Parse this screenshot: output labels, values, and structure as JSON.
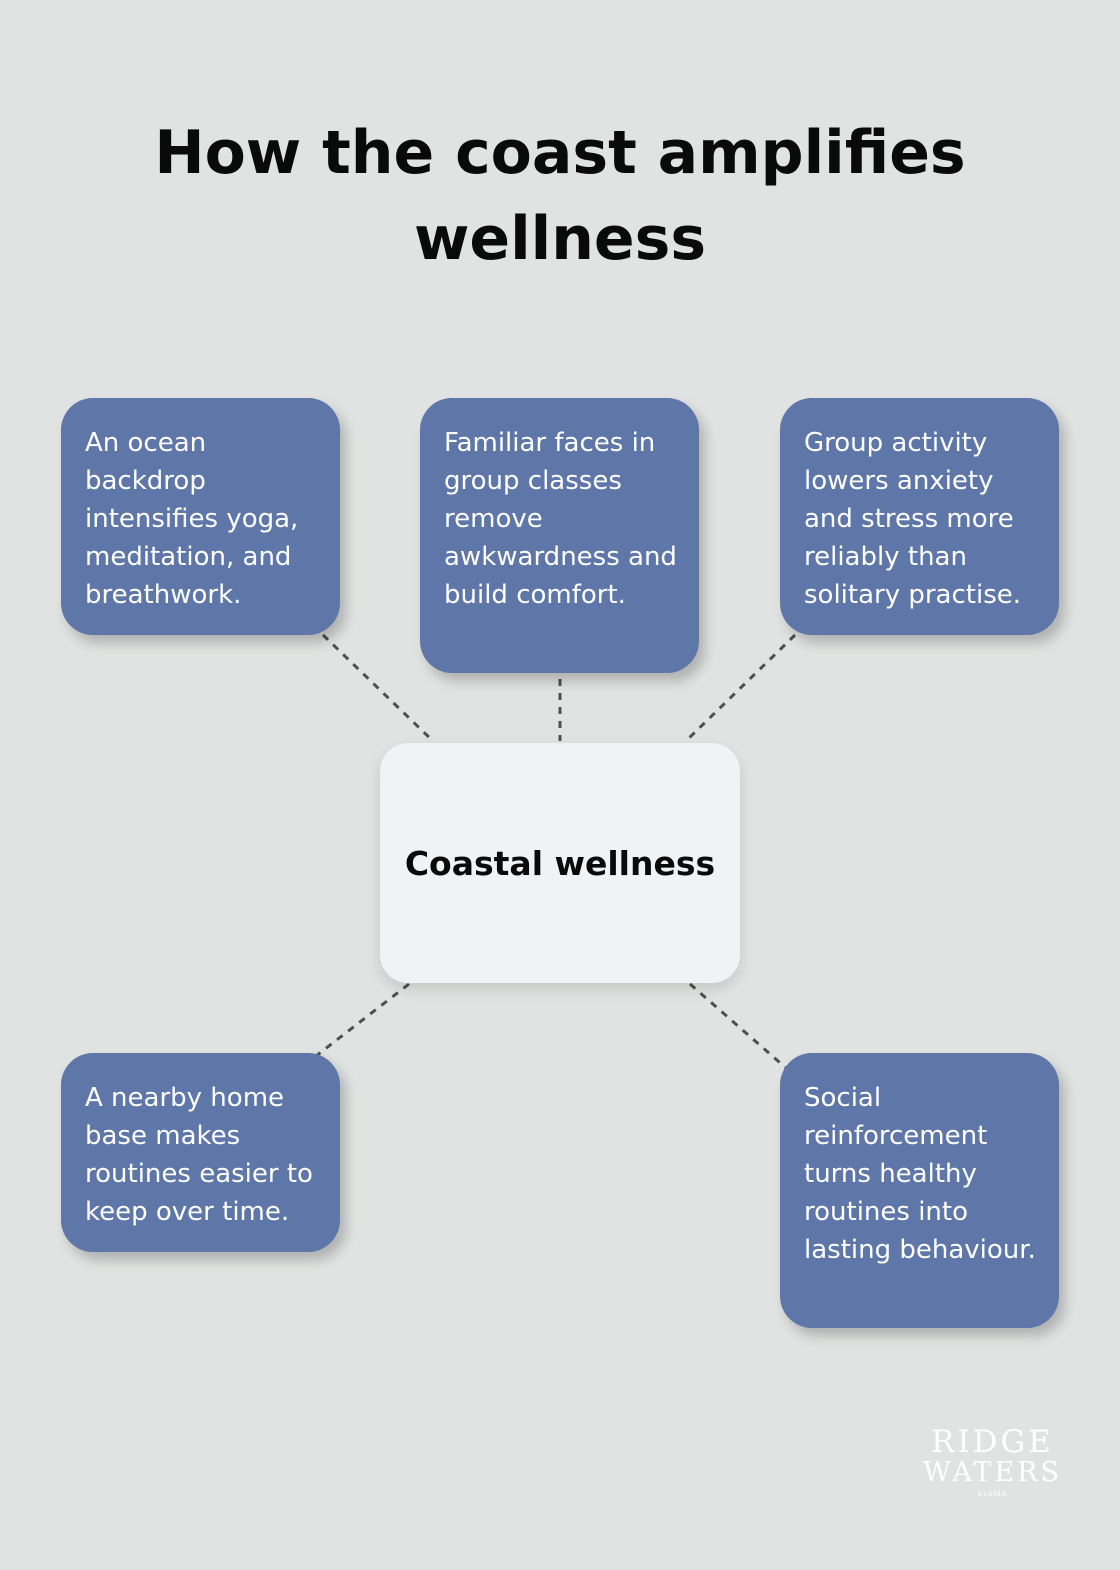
{
  "title": "How the coast amplifies wellness",
  "center_label": "Coastal wellness",
  "nodes": [
    {
      "text": "An ocean backdrop intensifies yoga, meditation, and breathwork."
    },
    {
      "text": "Familiar faces in group classes remove awkwardness and build comfort."
    },
    {
      "text": "Group activity lowers anxiety and stress more reliably than solitary practise."
    },
    {
      "text": "A nearby home base makes routines easier to keep over time."
    },
    {
      "text": "Social reinforcement turns healthy routines into lasting behaviour."
    }
  ],
  "logo": {
    "line1": "RIDGE",
    "line2": "WATERS",
    "line3": "KIAMA"
  },
  "colors": {
    "background": "#e1e3e2",
    "node_fill": "#5e77a8",
    "center_fill": "#f0f2f3",
    "connector": "#4f4f4f"
  }
}
